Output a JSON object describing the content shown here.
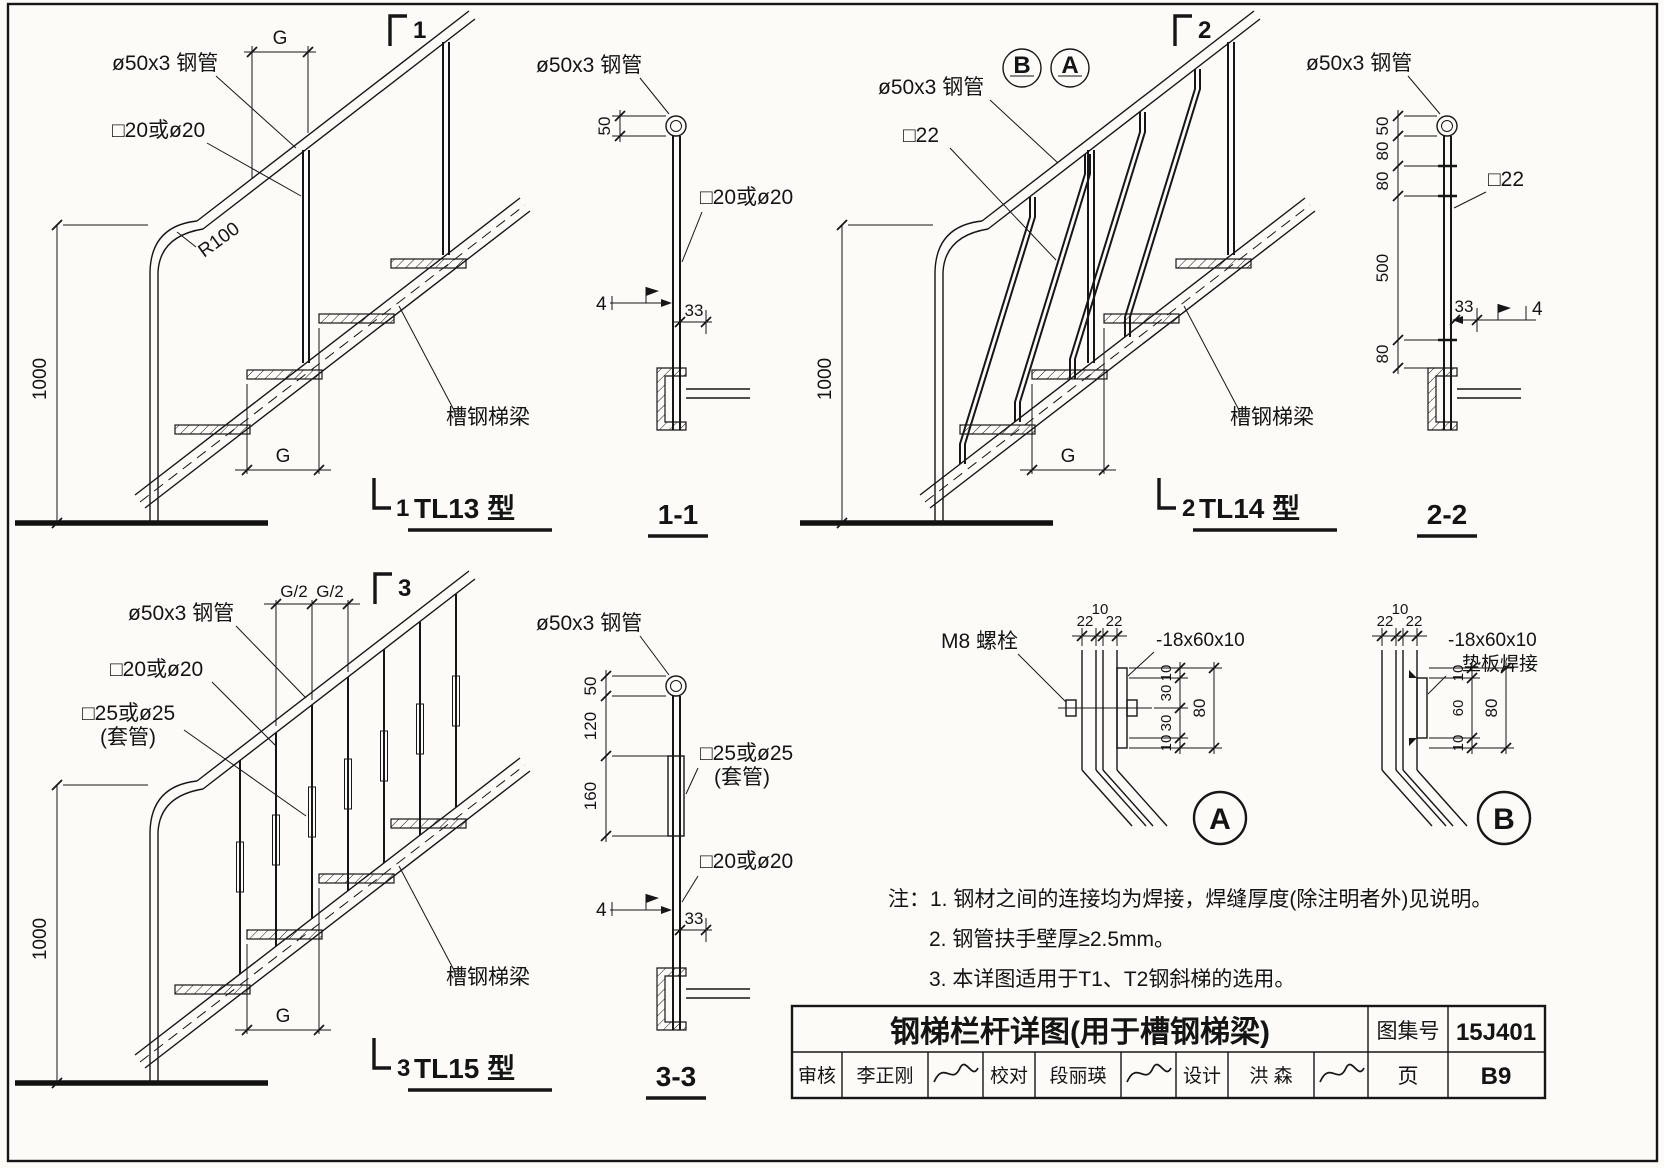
{
  "tl13": {
    "title": "TL13 型",
    "mark_no": "1",
    "dim_g_top": "G",
    "dim_g_bottom": "G",
    "dim_height": "1000",
    "label_pipe": "ø50x3 钢管",
    "label_baluster": "□20或ø20",
    "label_radius": "R100",
    "label_beam": "槽钢梯梁"
  },
  "sec11": {
    "title": "1-1",
    "label_pipe": "ø50x3 钢管",
    "label_baluster": "□20或ø20",
    "dim_pipe": "50",
    "dim_offset": "33",
    "weld_size": "4"
  },
  "tl14": {
    "title": "TL14 型",
    "mark_no": "2",
    "bubble_b": "B",
    "bubble_a": "A",
    "label_pipe": "ø50x3 钢管",
    "label_bar": "□22",
    "dim_height": "1000",
    "dim_g_bottom": "G",
    "label_beam": "槽钢梯梁"
  },
  "sec22": {
    "title": "2-2",
    "label_pipe": "ø50x3 钢管",
    "label_bar": "□22",
    "dim_pipe": "50",
    "dim_a": "80",
    "dim_b": "80",
    "dim_c": "500",
    "dim_d": "80",
    "dim_offset": "33",
    "weld_size": "4"
  },
  "tl15": {
    "title": "TL15 型",
    "mark_no": "3",
    "dim_g2_a": "G/2",
    "dim_g2_b": "G/2",
    "dim_height": "1000",
    "dim_g_bottom": "G",
    "label_pipe": "ø50x3 钢管",
    "label_baluster": "□20或ø20",
    "label_sleeve_1": "□25或ø25",
    "label_sleeve_2": "(套管)",
    "label_beam": "槽钢梯梁"
  },
  "sec33": {
    "title": "3-3",
    "label_pipe": "ø50x3 钢管",
    "label_sleeve_1": "□25或ø25",
    "label_sleeve_2": "(套管)",
    "label_baluster": "□20或ø20",
    "dim_pipe": "50",
    "dim_a": "120",
    "dim_b": "160",
    "dim_offset": "33",
    "weld_size": "4"
  },
  "detail_a": {
    "letter": "A",
    "label_bolt": "M8 螺栓",
    "label_plate": "-18x60x10",
    "dim_t1": "22",
    "dim_t2": "10",
    "dim_t3": "22",
    "dim_r1": "10",
    "dim_r2": "30",
    "dim_r3": "30",
    "dim_r4": "10",
    "dim_total": "80"
  },
  "detail_b": {
    "letter": "B",
    "label_plate_1": "-18x60x10",
    "label_plate_2": "垫板焊接",
    "dim_t1": "22",
    "dim_t2": "10",
    "dim_t3": "22",
    "dim_r1": "10",
    "dim_r2": "60",
    "dim_r3": "10",
    "dim_total": "80"
  },
  "notes": {
    "line_1": "注：1. 钢材之间的连接均为焊接，焊缝厚度(除注明者外)见说明。",
    "line_2": "2. 钢管扶手壁厚≥2.5mm。",
    "line_3": "3. 本详图适用于T1、T2钢斜梯的选用。"
  },
  "title_block": {
    "drawing_title": "钢梯栏杆详图(用于槽钢梯梁)",
    "atlas_label": "图集号",
    "atlas_no": "15J401",
    "page_label": "页",
    "page_no": "B9",
    "reviewer_label": "审核",
    "reviewer_name": "李正刚",
    "checker_label": "校对",
    "checker_name": "段丽瑛",
    "designer_label": "设计",
    "designer_name": "洪 森"
  }
}
